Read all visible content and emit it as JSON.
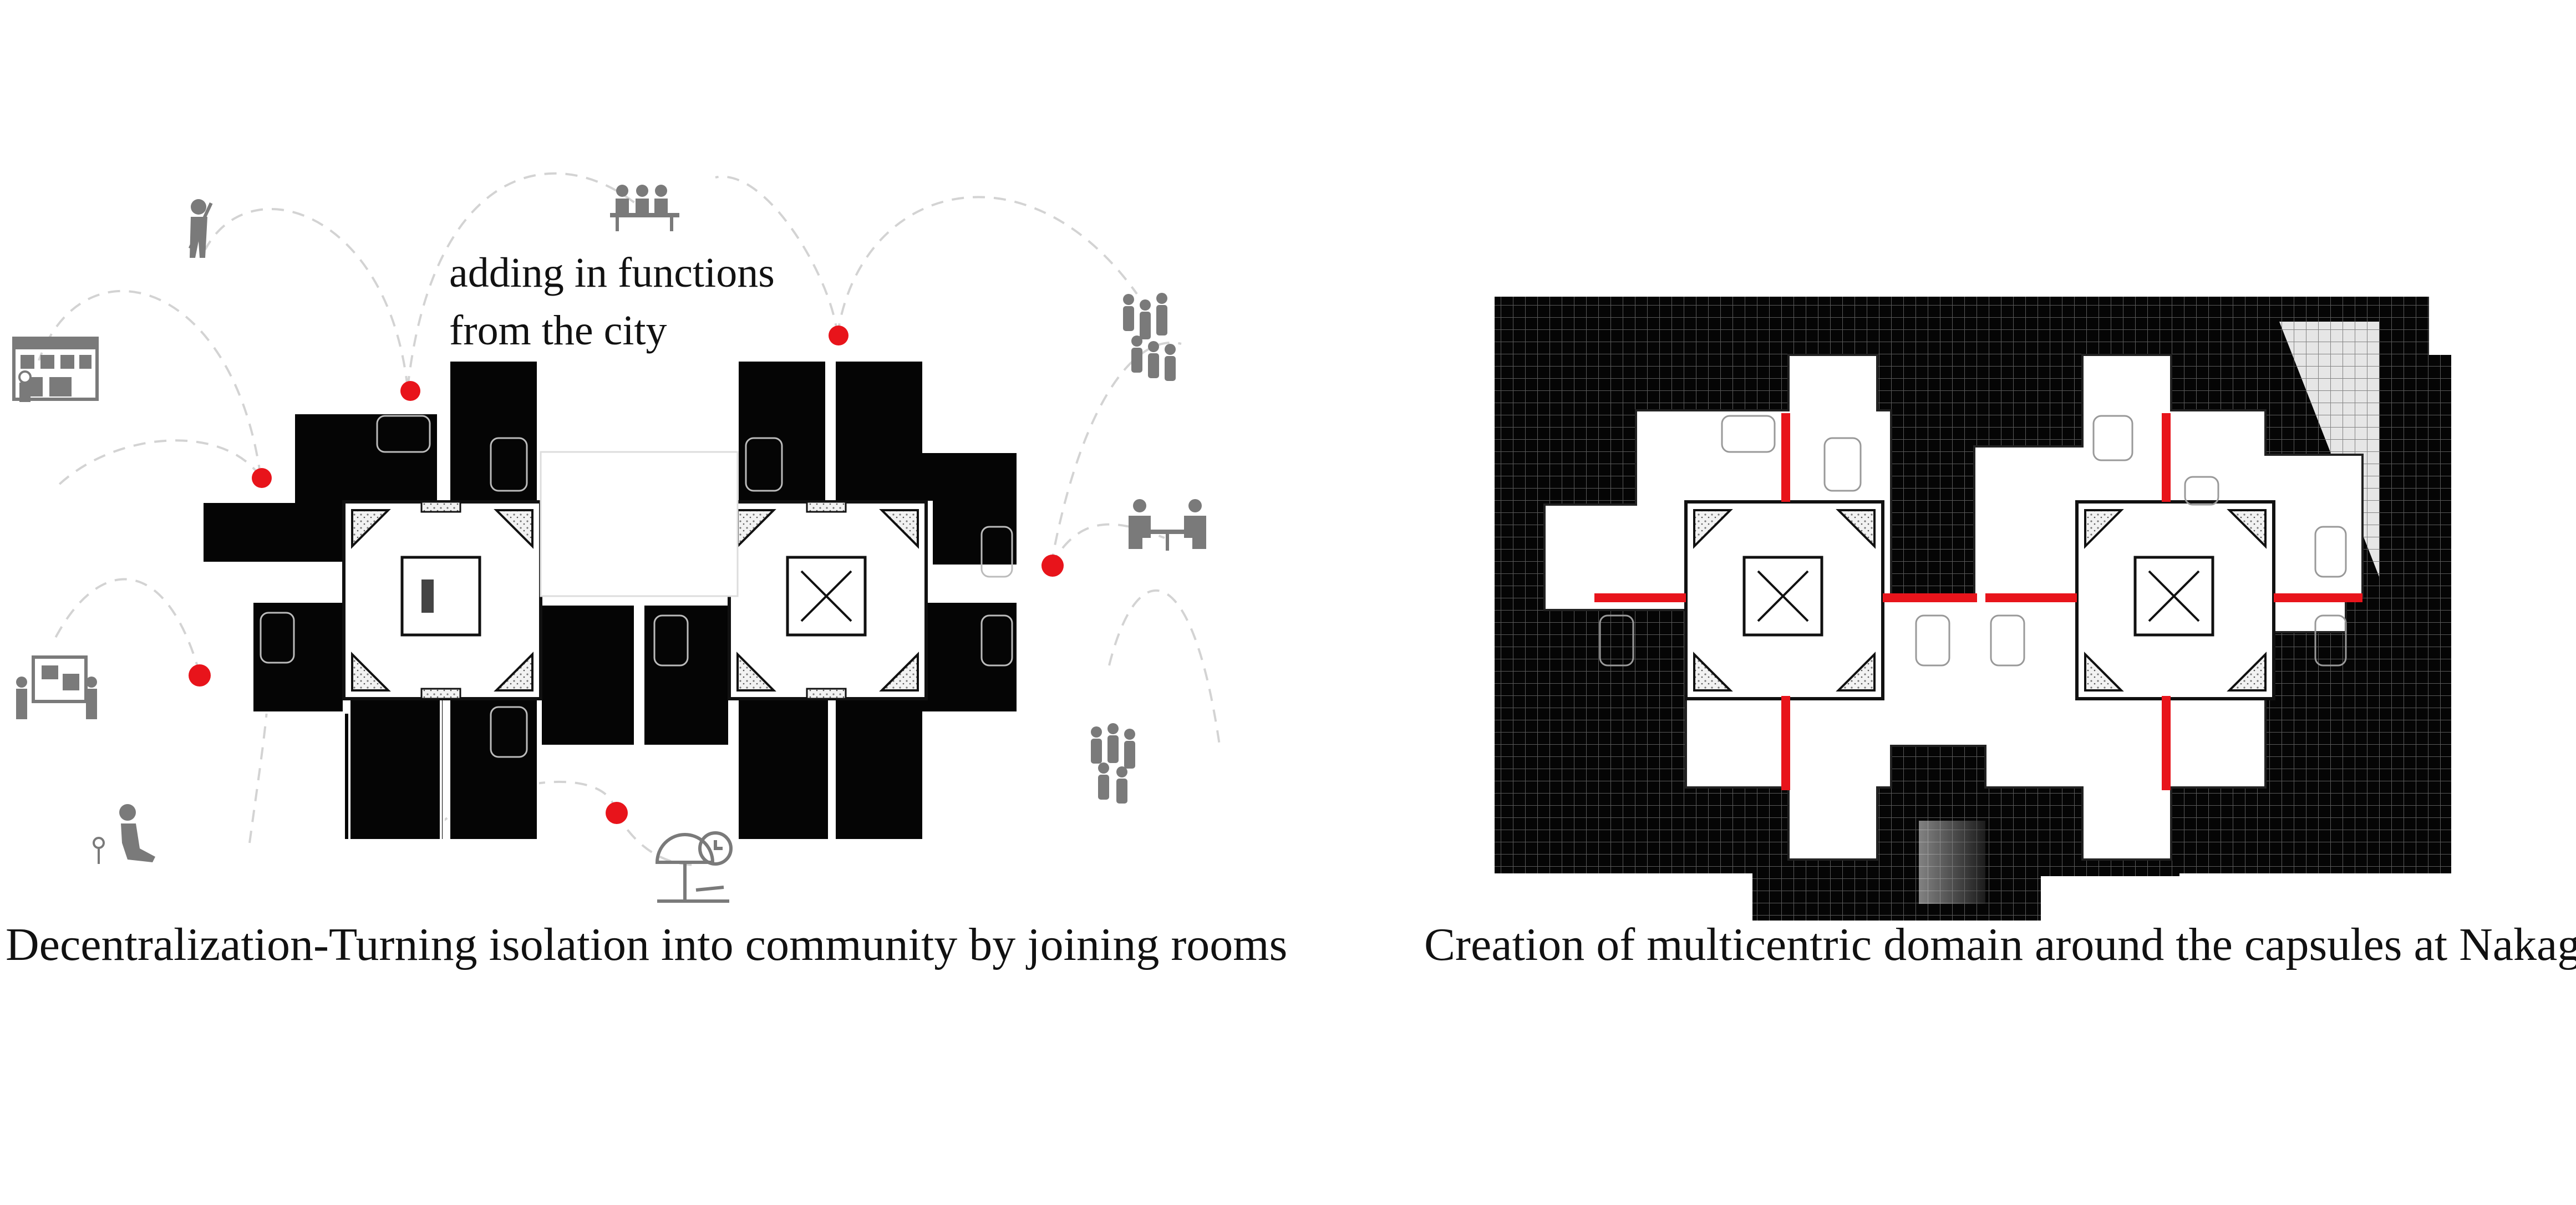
{
  "annotation": {
    "line1": "adding in functions",
    "line2": "from the city"
  },
  "captions": {
    "left": "Decentralization-Turning isolation into community by joining rooms",
    "right": "Creation of multicentric domain around the capsules at Nakagin"
  },
  "colors": {
    "accent_red": "#e8141b",
    "fill_black": "#050505",
    "icon_gray": "#7a7a7a",
    "path_gray": "#d0d0d0"
  },
  "icons": [
    "painter-icon",
    "diners-table-icon",
    "crowd-icon",
    "shop-facade-icon",
    "people-meeting-icon",
    "gallery-visitors-icon",
    "crowd-icon",
    "gardener-kneeling-icon",
    "beach-umbrella-clock-icon"
  ]
}
